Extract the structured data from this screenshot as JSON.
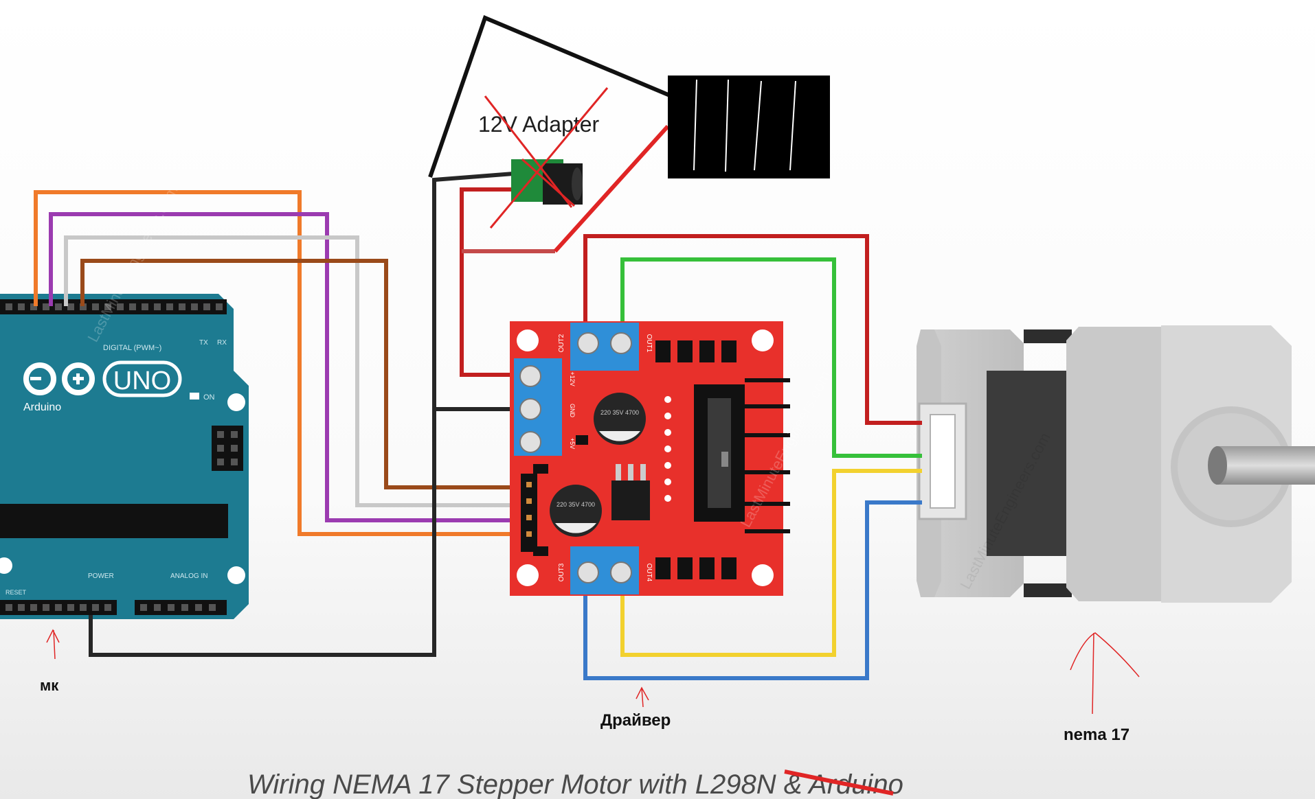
{
  "caption": {
    "text": "Wiring NEMA 17 Stepper Motor with L298N & Arduino",
    "struck_word": "Arduino",
    "color": "#4a4a4a"
  },
  "arduino": {
    "logo_text": "UNO",
    "brand": "Arduino",
    "digital_header": "DIGITAL (PWM~)",
    "power_header": "POWER",
    "analog_header": "ANALOG IN",
    "on_label": "ON",
    "tx_label": "TX",
    "rx_label": "RX",
    "reset_label": "RESET",
    "board_color": "#1d7b91"
  },
  "driver": {
    "out_top_left": "OUT2",
    "out_top_right": "OUT1",
    "out_bottom_left": "OUT3",
    "out_bottom_right": "OUT4",
    "cap_text": "220 35V 4700",
    "power_terminal_labels": [
      "+12V",
      "GND",
      "+5V"
    ],
    "board_color": "#e8302b"
  },
  "adapter": {
    "label": "12V Adapter"
  },
  "annotations": {
    "mcu": "мк",
    "driver": "Драйвер",
    "motor": "nema 17"
  },
  "watermarks": [
    "LastMinuteEngineers.com"
  ],
  "wire_colors": {
    "orange": "#f07a2a",
    "purple": "#9b3bb0",
    "gray": "#c8c8c8",
    "brown": "#9a4a1a",
    "red": "#c21f1f",
    "green": "#36c03a",
    "yellow": "#f2d12e",
    "blue": "#3a79c9",
    "black": "#262626"
  }
}
